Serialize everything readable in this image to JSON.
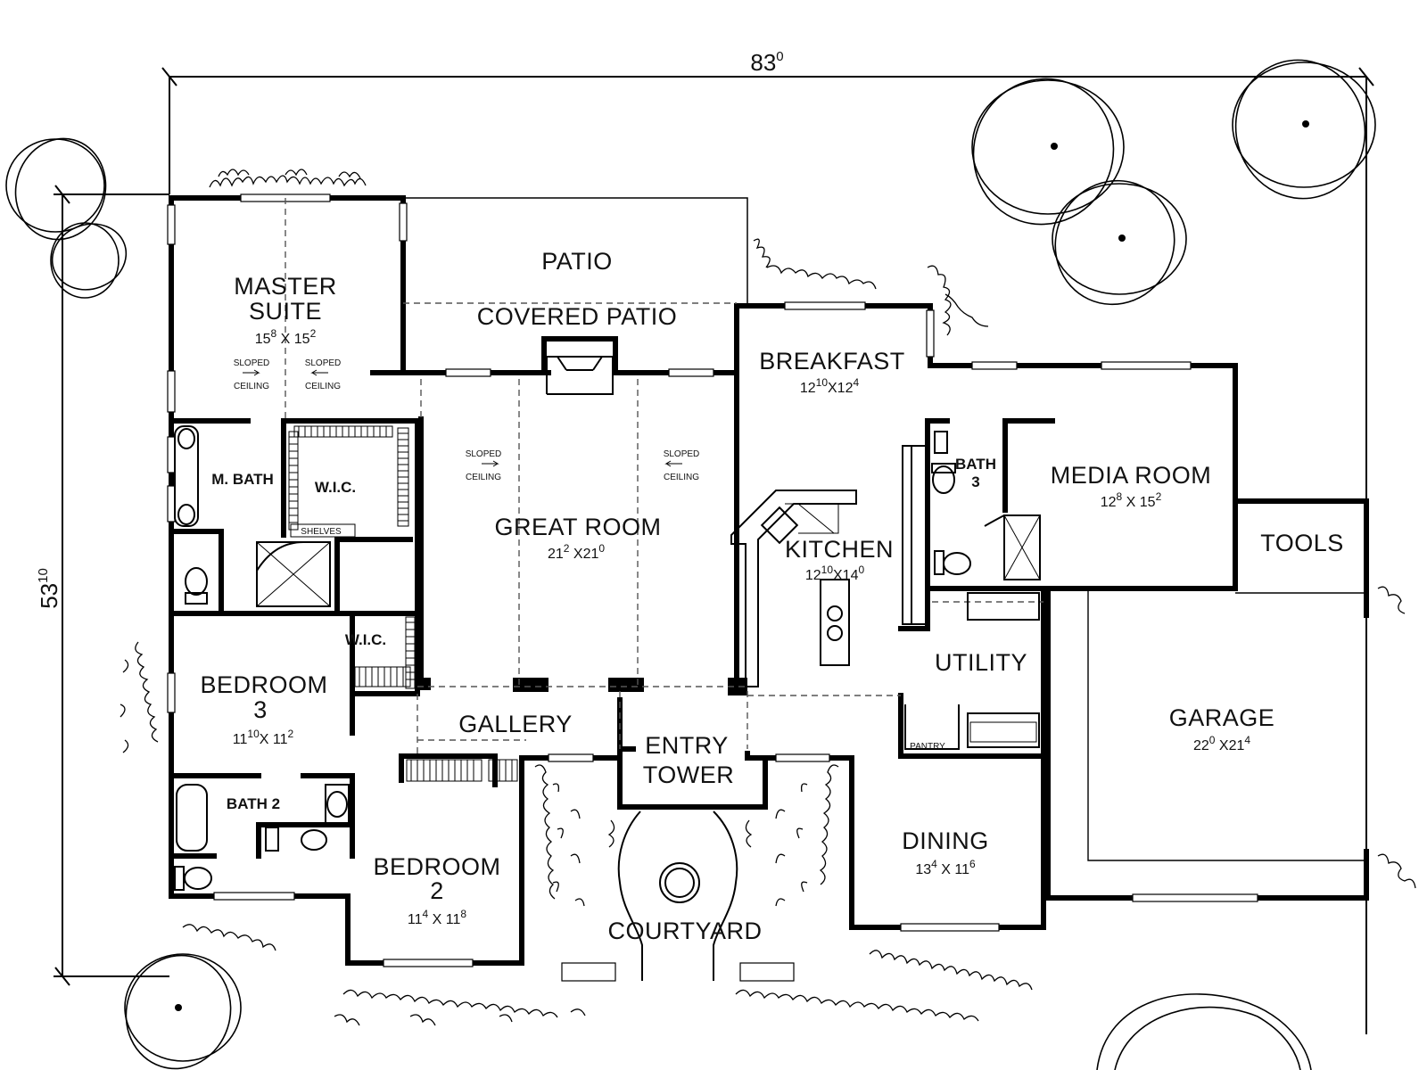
{
  "overall": {
    "width_label": "83",
    "width_sup": "0",
    "depth_label": "53",
    "depth_sup": "10"
  },
  "rooms": [
    {
      "id": "master-suite",
      "name_lines": [
        "MASTER",
        "SUITE"
      ],
      "dim": {
        "a": "15",
        "a_sup": "8",
        "b": "15",
        "b_sup": "2"
      }
    },
    {
      "id": "patio",
      "name_lines": [
        "PATIO"
      ]
    },
    {
      "id": "covered-patio",
      "name_lines": [
        "COVERED PATIO"
      ]
    },
    {
      "id": "breakfast",
      "name_lines": [
        "BREAKFAST"
      ],
      "dim": {
        "a": "12",
        "a_sup": "10",
        "b": "12",
        "b_sup": "4"
      }
    },
    {
      "id": "m-bath",
      "name_lines": [
        "M. BATH"
      ]
    },
    {
      "id": "wic-master",
      "name_lines": [
        "W.I.C."
      ]
    },
    {
      "id": "shelves",
      "name_lines": [
        "SHELVES"
      ]
    },
    {
      "id": "great-room",
      "name_lines": [
        "GREAT ROOM"
      ],
      "dim": {
        "a": "21",
        "a_sup": "2",
        "b": "21",
        "b_sup": "0"
      }
    },
    {
      "id": "bath-3",
      "name_lines": [
        "BATH",
        "3"
      ]
    },
    {
      "id": "media-room",
      "name_lines": [
        "MEDIA ROOM"
      ],
      "dim": {
        "a": "12",
        "a_sup": "8",
        "b": "15",
        "b_sup": "2"
      }
    },
    {
      "id": "kitchen",
      "name_lines": [
        "KITCHEN"
      ],
      "dim": {
        "a": "12",
        "a_sup": "10",
        "b": "14",
        "b_sup": "0"
      }
    },
    {
      "id": "tools",
      "name_lines": [
        "TOOLS"
      ]
    },
    {
      "id": "wic-bed3",
      "name_lines": [
        "W.I.C."
      ]
    },
    {
      "id": "bedroom-3",
      "name_lines": [
        "BEDROOM",
        "3"
      ],
      "dim": {
        "a": "11",
        "a_sup": "10",
        "b": "11",
        "b_sup": "2"
      }
    },
    {
      "id": "utility",
      "name_lines": [
        "UTILITY"
      ]
    },
    {
      "id": "gallery",
      "name_lines": [
        "GALLERY"
      ]
    },
    {
      "id": "entry-tower",
      "name_lines": [
        "ENTRY",
        "TOWER"
      ]
    },
    {
      "id": "garage",
      "name_lines": [
        "GARAGE"
      ],
      "dim": {
        "a": "22",
        "a_sup": "0",
        "b": "21",
        "b_sup": "4"
      }
    },
    {
      "id": "pantry",
      "name_lines": [
        "PANTRY"
      ]
    },
    {
      "id": "bath-2",
      "name_lines": [
        "BATH 2"
      ]
    },
    {
      "id": "dining",
      "name_lines": [
        "DINING"
      ],
      "dim": {
        "a": "13",
        "a_sup": "4",
        "b": "11",
        "b_sup": "6"
      }
    },
    {
      "id": "bedroom-2",
      "name_lines": [
        "BEDROOM",
        "2"
      ],
      "dim": {
        "a": "11",
        "a_sup": "4",
        "b": "11",
        "b_sup": "8"
      }
    },
    {
      "id": "courtyard",
      "name_lines": [
        "COURTYARD"
      ]
    }
  ],
  "notes": {
    "sloped": [
      "SLOPED",
      "CEILING"
    ],
    "dim_separator": "X"
  }
}
